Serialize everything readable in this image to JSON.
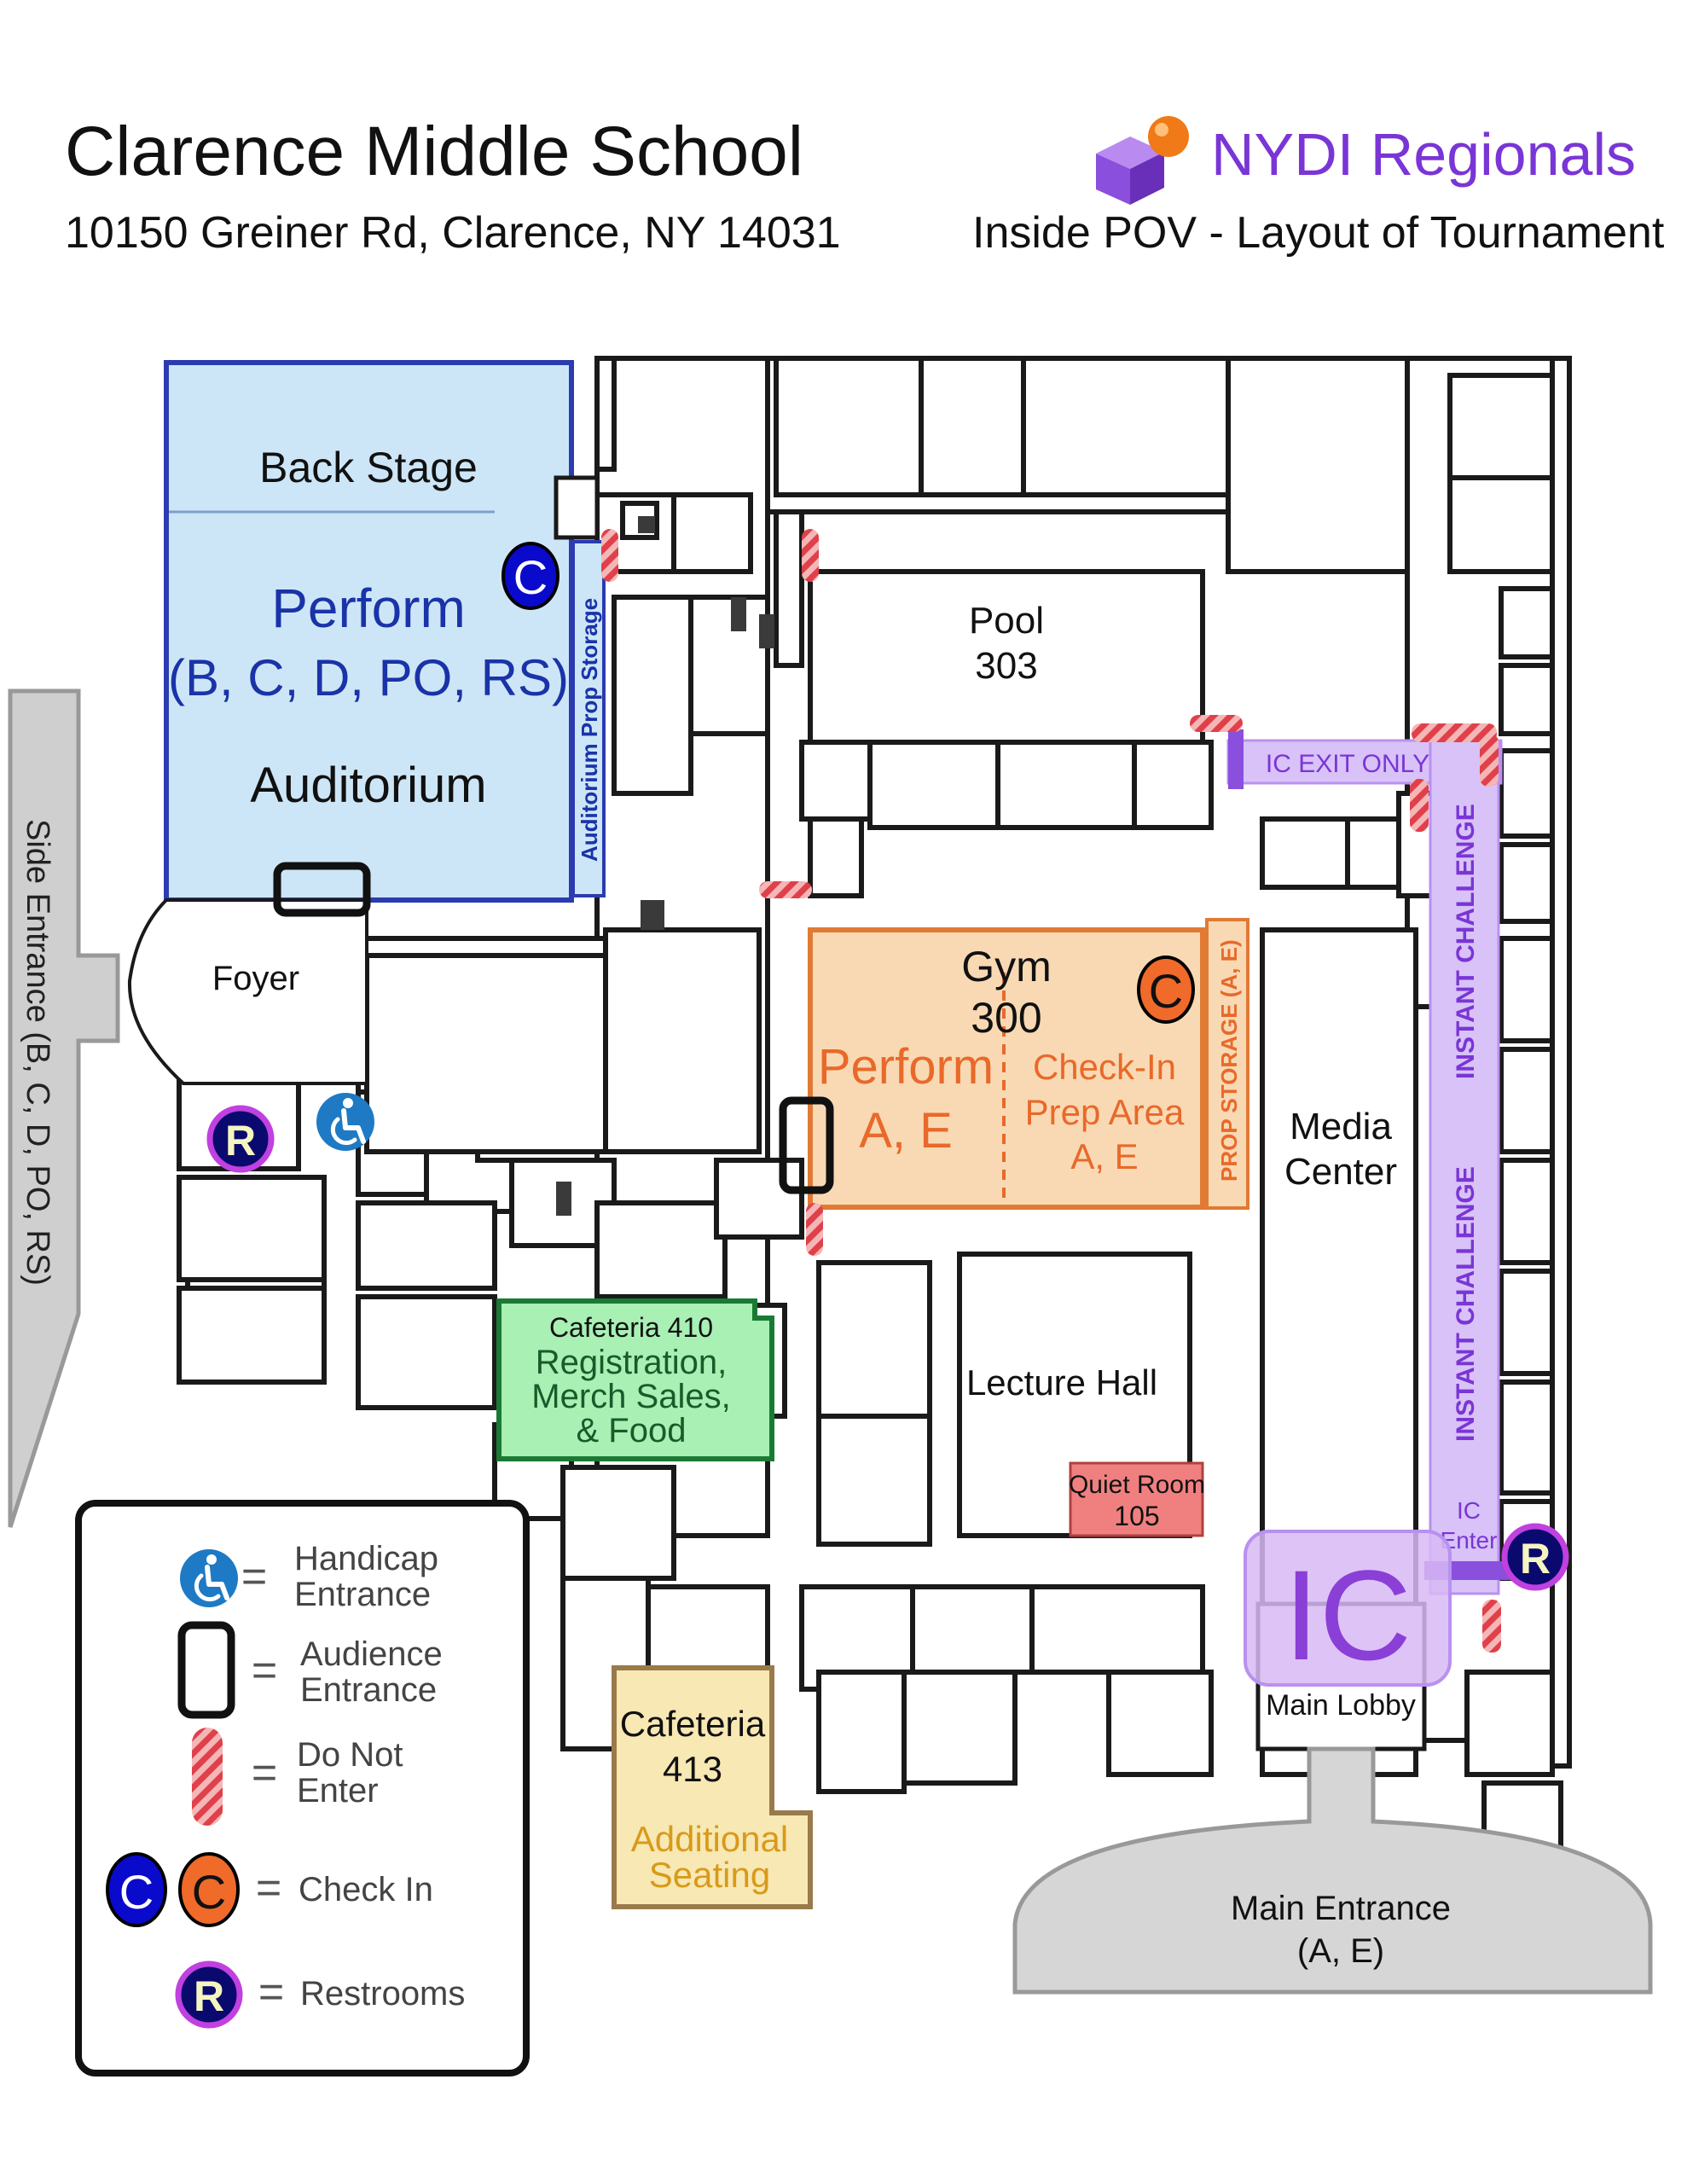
{
  "header": {
    "title": "Clarence Middle School",
    "address": "10150 Greiner Rd, Clarence, NY 14031",
    "brand": "NYDI Regionals",
    "subtitle": "Inside POV - Layout of Tournament"
  },
  "rooms": {
    "backstage": "Back Stage",
    "auditorium_perform_1": "Perform",
    "auditorium_perform_2": "(B, C, D, PO, RS)",
    "auditorium": "Auditorium",
    "prop_storage_aud": "Auditorium  Prop Storage",
    "foyer": "Foyer",
    "pool_1": "Pool",
    "pool_2": "303",
    "ic_exit": "IC EXIT ONLY",
    "gym_1": "Gym",
    "gym_2": "300",
    "gym_perform_1": "Perform",
    "gym_perform_2": "A, E",
    "checkin_1": "Check-In",
    "checkin_2": "Prep Area",
    "checkin_3": "A, E",
    "prop_storage_gym": "PROP STORAGE (A, E)",
    "media_1": "Media",
    "media_2": "Center",
    "instant_challenge": "INSTANT CHALLENGE",
    "caf410_1": "Cafeteria 410",
    "caf410_2": "Registration,",
    "caf410_3": "Merch Sales,",
    "caf410_4": "& Food",
    "lecture": "Lecture Hall",
    "quiet_1": "Quiet Room",
    "quiet_2": "105",
    "ic_enter_1": "IC",
    "ic_enter_2": "Enter",
    "ic_big": "IC",
    "main_lobby": "Main Lobby",
    "caf413_1": "Cafeteria",
    "caf413_2": "413",
    "caf413_3": "Additional",
    "caf413_4": "Seating",
    "main_entrance_1": "Main Entrance",
    "main_entrance_2": "(A, E)",
    "side_entrance": "Side Entrance (B, C, D, PO, RS)"
  },
  "markers": {
    "checkin_letter": "C",
    "restroom_letter": "R"
  },
  "legend": {
    "handicap_1": "Handicap",
    "handicap_2": "Entrance",
    "audience_1": "Audience",
    "audience_2": "Entrance",
    "donot_1": "Do Not",
    "donot_2": "Enter",
    "checkin": "Check In",
    "restrooms": "Restrooms",
    "equals": "="
  },
  "colors": {
    "auditorium_fill": "#cde6f7",
    "auditorium_text": "#1a33a8",
    "gym_fill": "#f9d9b3",
    "gym_text": "#e8692a",
    "cafeteria410_fill": "#a8f0b4",
    "cafeteria413_fill": "#f7e8b4",
    "cafeteria413_text": "#d99a1a",
    "ic_purple": "#b891f0",
    "brand_purple": "#7a35d6",
    "quiet_room": "#f08080",
    "checkin_blue": "#0a0acc",
    "checkin_orange": "#f06a2a",
    "restroom_ring": "#c040e0",
    "handicap_blue": "#1e7ac4",
    "do_not_enter": "#e0404a"
  },
  "icons": [
    "logo-cubes",
    "handicap-icon",
    "checkin-marker",
    "restroom-marker",
    "do-not-enter-marker",
    "audience-entrance-marker"
  ]
}
